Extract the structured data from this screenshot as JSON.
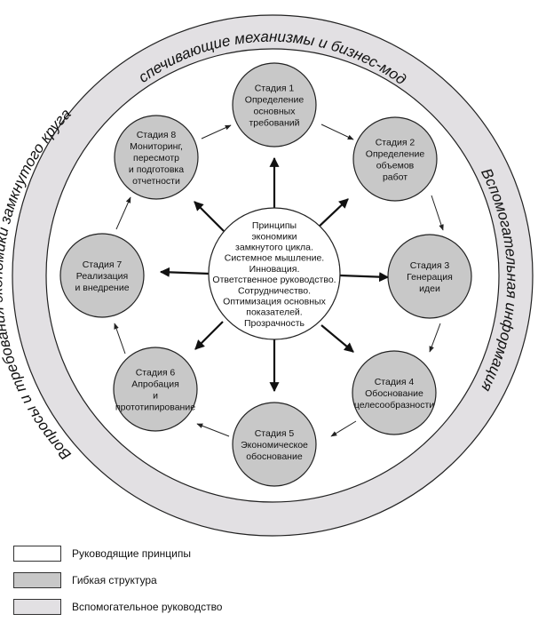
{
  "ring": {
    "top_label": "Обеспечивающие механизмы и бизнес-модели",
    "right_label": "Вспомогательная информация",
    "left_label": "Вопросы и требования экономики замкнутого круга"
  },
  "center": {
    "lines": [
      "Принципы",
      "экономики",
      "замкнутого цикла.",
      "Системное мышление.",
      "Инновация.",
      "Ответственное руководство.",
      "Сотрудничество.",
      "Оптимизация основных",
      "показателей.",
      "Прозрачность"
    ]
  },
  "stages": [
    {
      "lines": [
        "Стадия 1",
        "Определение",
        "основных",
        "требований"
      ]
    },
    {
      "lines": [
        "Стадия 2",
        "Определение",
        "объемов",
        "работ"
      ]
    },
    {
      "lines": [
        "Стадия 3",
        "Генерация",
        "идеи"
      ]
    },
    {
      "lines": [
        "Стадия 4",
        "Обоснование",
        "целесообразности"
      ]
    },
    {
      "lines": [
        "Стадия 5",
        "Экономическое",
        "обоснование"
      ]
    },
    {
      "lines": [
        "Стадия 6",
        "Апробация",
        "и",
        "прототипирование"
      ]
    },
    {
      "lines": [
        "Стадия 7",
        "Реализация",
        "и внедрение"
      ]
    },
    {
      "lines": [
        "Стадия 8",
        "Мониторинг,",
        "пересмотр",
        "и подготовка",
        "отчетности"
      ]
    }
  ],
  "legend": [
    {
      "label": "Руководящие принципы",
      "color": "#ffffff"
    },
    {
      "label": "Гибкая структура",
      "color": "#c8c8c8"
    },
    {
      "label": "Вспомогательное руководство",
      "color": "#e2e0e3"
    }
  ],
  "colors": {
    "ring": "#e2e0e3",
    "stage_fill": "#c8c8c8",
    "center_fill": "#ffffff",
    "stroke": "#222222"
  }
}
